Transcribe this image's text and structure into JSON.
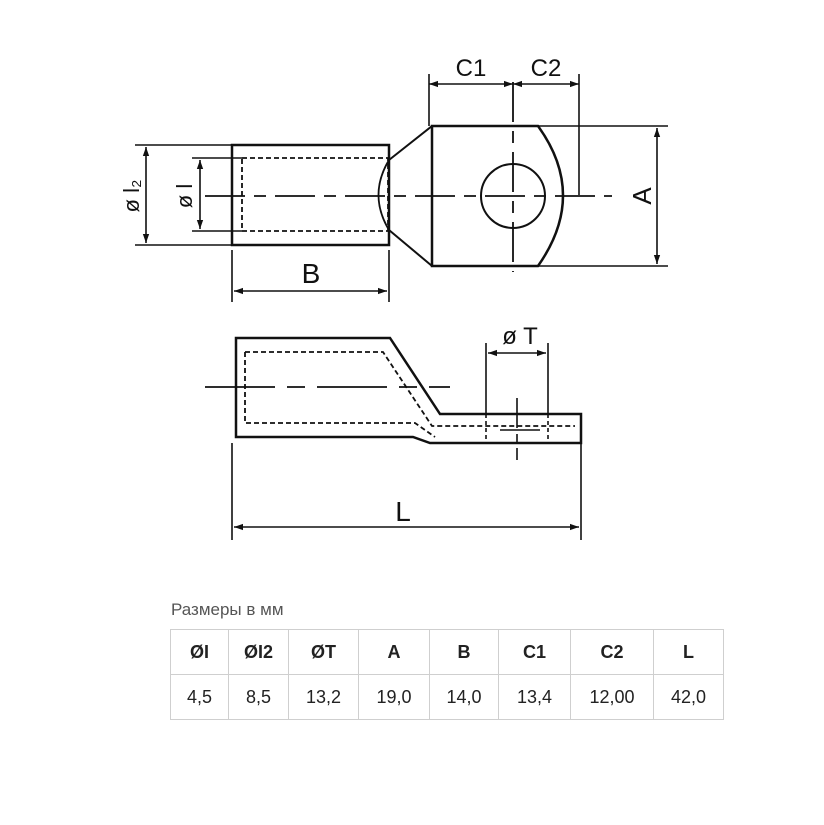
{
  "drawing": {
    "labels": {
      "c1": "C1",
      "c2": "C2",
      "a": "A",
      "b": "B",
      "l": "L",
      "l2": "ø l₂",
      "l_inner": "ø l",
      "t": "ø T"
    }
  },
  "table": {
    "caption": "Размеры в мм",
    "headers": [
      "ØI",
      "ØI2",
      "ØT",
      "A",
      "B",
      "C1",
      "C2",
      "L"
    ],
    "values": [
      "4,5",
      "8,5",
      "13,2",
      "19,0",
      "14,0",
      "13,4",
      "12,00",
      "42,0"
    ]
  }
}
